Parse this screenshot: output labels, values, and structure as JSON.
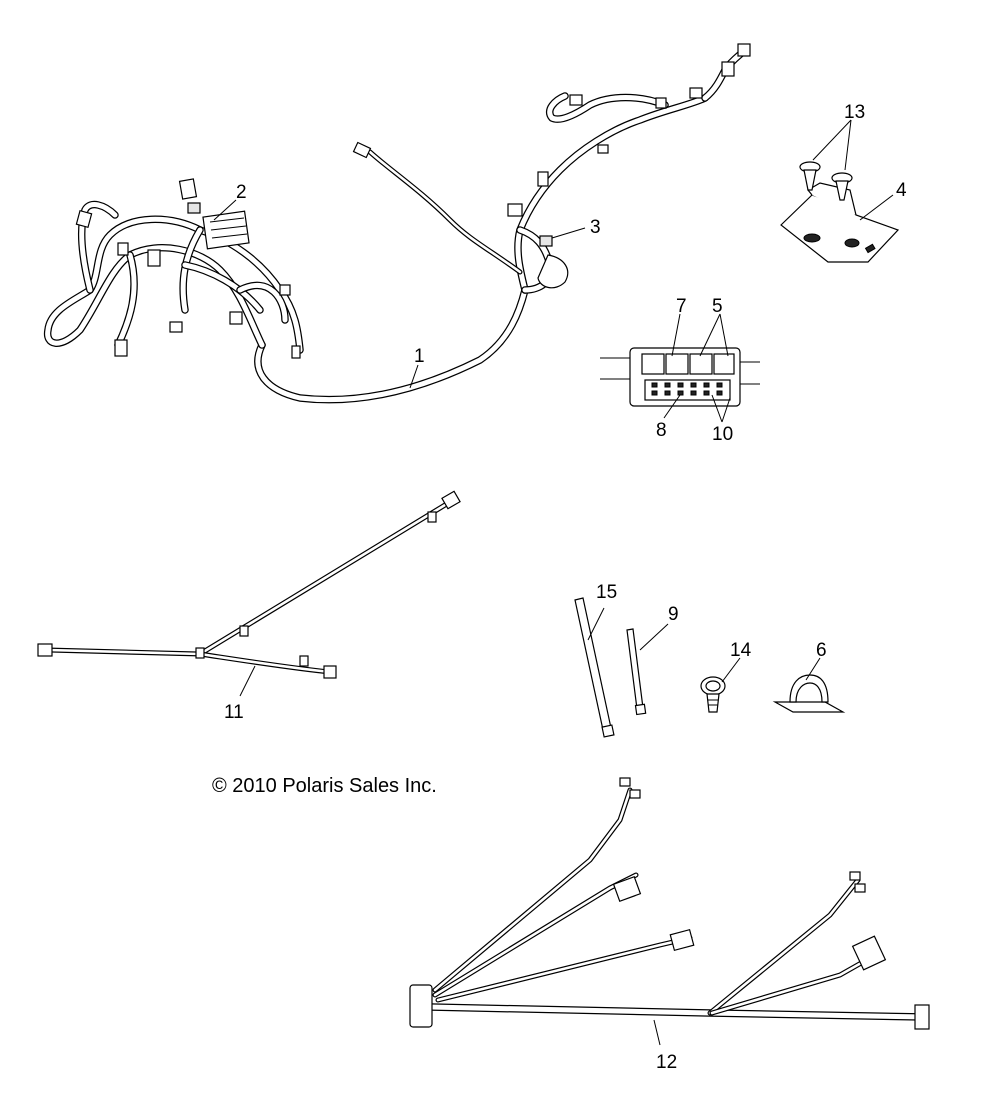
{
  "copyright": "© 2010 Polaris Sales Inc.",
  "callouts": [
    "1",
    "2",
    "3",
    "4",
    "5",
    "6",
    "7",
    "8",
    "9",
    "10",
    "11",
    "12",
    "13",
    "14",
    "15"
  ]
}
